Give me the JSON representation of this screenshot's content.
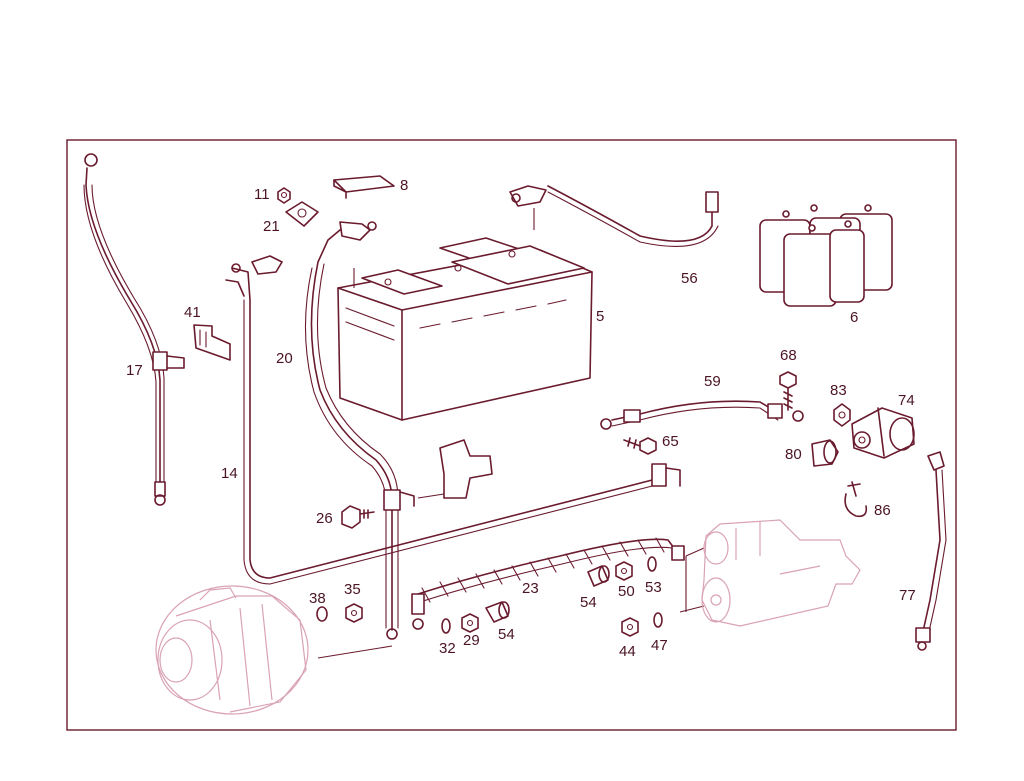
{
  "diagram": {
    "accent_color": "#6a1b2e",
    "callouts": [
      "11",
      "8",
      "21",
      "56",
      "5",
      "6",
      "41",
      "17",
      "20",
      "68",
      "59",
      "83",
      "74",
      "65",
      "80",
      "14",
      "86",
      "26",
      "38",
      "35",
      "23",
      "54",
      "50",
      "53",
      "32",
      "29",
      "54",
      "44",
      "47",
      "77"
    ]
  }
}
